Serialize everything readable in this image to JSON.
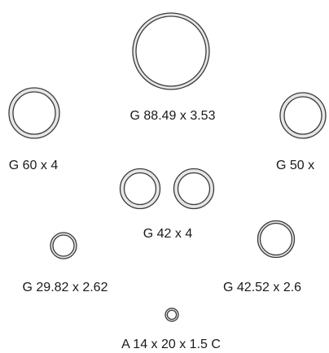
{
  "colors": {
    "background": "#ffffff",
    "ring_stroke": "#3a3a3a",
    "ring_band": "#e6e6e6",
    "text": "#1a1a1a"
  },
  "items": [
    {
      "id": "g-88-49",
      "label": "G 88.49 x 3.53"
    },
    {
      "id": "g-60",
      "label": "G 60 x 4"
    },
    {
      "id": "g-50",
      "label": "G 50 x"
    },
    {
      "id": "g-42",
      "label": "G 42 x 4"
    },
    {
      "id": "g-29-82",
      "label": "G 29.82 x 2.62"
    },
    {
      "id": "g-42-52",
      "label": "G 42.52 x 2.6"
    },
    {
      "id": "a-14-20",
      "label": "A 14 x 20 x 1.5 C"
    }
  ]
}
